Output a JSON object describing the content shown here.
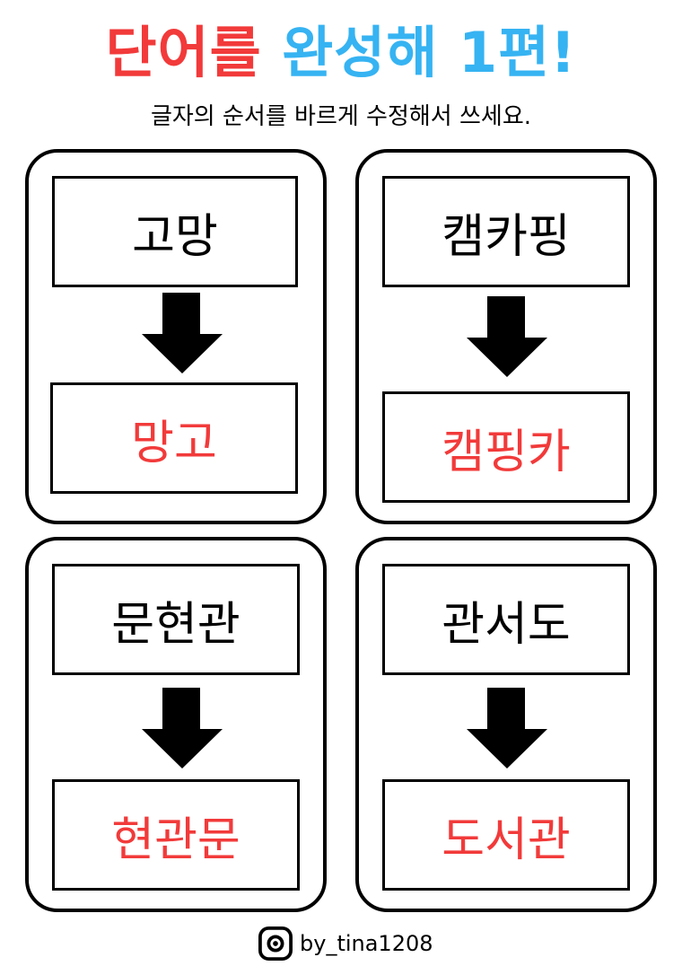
{
  "title": {
    "part1": "단어를",
    "part2": "완성해 1편!"
  },
  "subtitle": "글자의 순서를 바르게 수정해서 쓰세요.",
  "cards": [
    {
      "question": "고망",
      "answer": "망고"
    },
    {
      "question": "캠카핑",
      "answer": "캠핑카"
    },
    {
      "question": "문현관",
      "answer": "현관문"
    },
    {
      "question": "관서도",
      "answer": "도서관"
    }
  ],
  "footer": {
    "handle": "by_tina1208",
    "icon": "instagram-icon"
  },
  "colors": {
    "title_red": "#f23a3a",
    "title_blue": "#36b3f2",
    "answer_red": "#f23a3a"
  }
}
